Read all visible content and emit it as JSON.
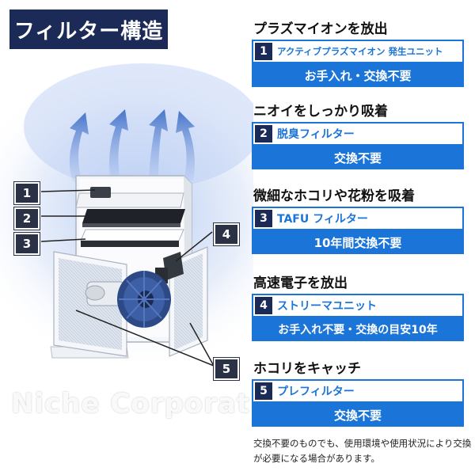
{
  "title": "フィルター構造",
  "watermark": "Niche Corporation",
  "tags": [
    "1",
    "2",
    "3",
    "4",
    "5"
  ],
  "sections": [
    {
      "headline": "プラズマイオンを放出",
      "num": "1",
      "name": "アクティブプラズマイオン 発生ユニット",
      "status": "お手入れ・交換不要"
    },
    {
      "headline": "ニオイをしっかり吸着",
      "num": "2",
      "name": "脱臭フィルター",
      "status": "交換不要"
    },
    {
      "headline": "微細なホコリや花粉を吸着",
      "num": "3",
      "name": "TAFU フィルター",
      "status": "10年間交換不要"
    },
    {
      "headline": "高速電子を放出",
      "num": "4",
      "name": "ストリーマユニット",
      "status": "お手入れ不要・交換の目安10年"
    },
    {
      "headline": "ホコリをキャッチ",
      "num": "5",
      "name": "プレフィルター",
      "status": "交換不要"
    }
  ],
  "note": "交換不要のものでも、使用環境や使用状況により交換が必要になる場合があります。",
  "colors": {
    "navy": "#1b2a56",
    "accent": "#1b74d8",
    "tag": "#2b3245"
  }
}
